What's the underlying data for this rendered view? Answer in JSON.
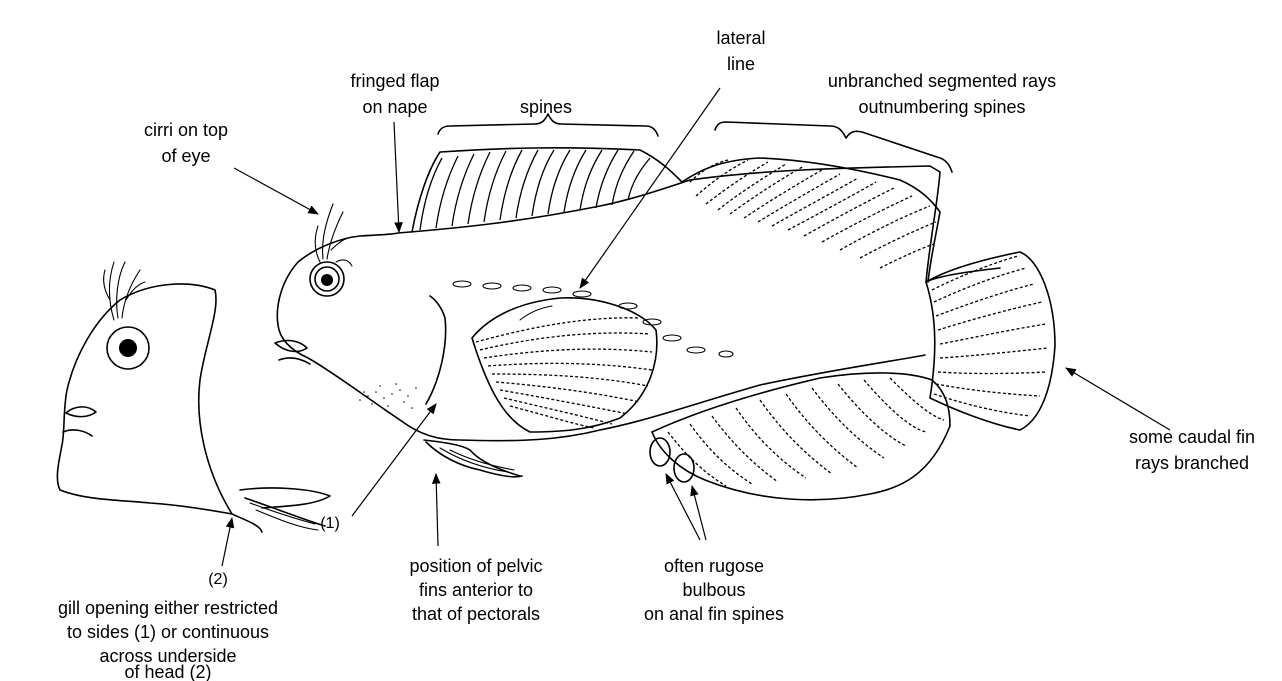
{
  "labels": {
    "cirri": [
      "cirri on top",
      "of eye"
    ],
    "fringed_flap": [
      "fringed flap",
      "on nape"
    ],
    "spines": "spines",
    "lateral_line": [
      "lateral",
      "line"
    ],
    "unbranched": [
      "unbranched segmented rays",
      "outnumbering spines"
    ],
    "caudal": [
      "some caudal fin",
      "rays branched"
    ],
    "marker_1": "(1)",
    "marker_2": "(2)",
    "gill_opening": [
      "gill opening either restricted",
      "to sides (1) or continuous",
      "across underside",
      "of head (2)"
    ],
    "pelvic": [
      "position of pelvic",
      "fins anterior to",
      "that of pectorals"
    ],
    "anal": [
      "often rugose",
      "bulbous",
      "on anal fin spines"
    ]
  }
}
